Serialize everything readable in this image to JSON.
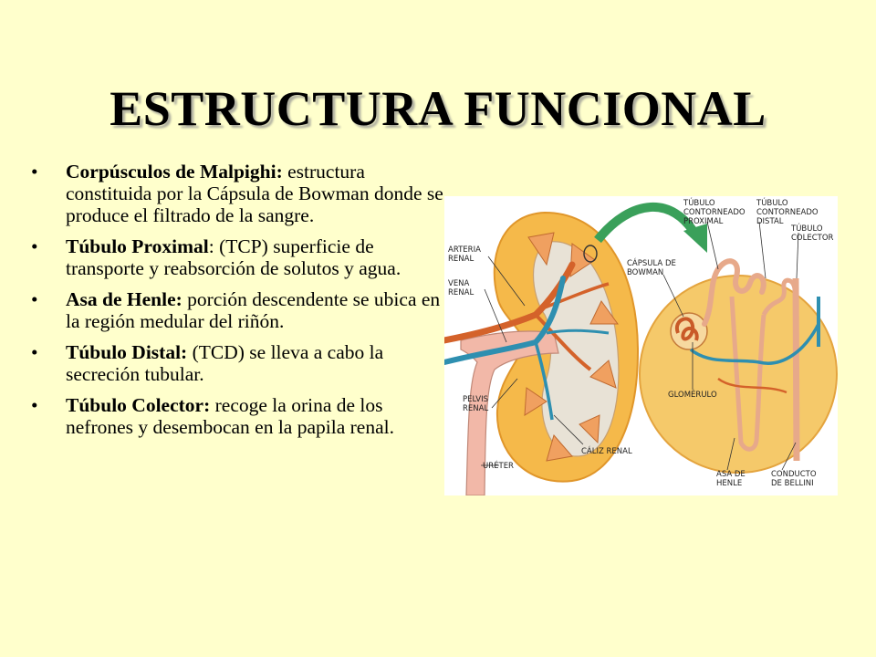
{
  "title": "ESTRUCTURA FUNCIONAL",
  "bullets": [
    {
      "term": "Corpúsculos de Malpighi:",
      "text": " estructura constituida por la Cápsula de Bowman donde se produce el filtrado de la sangre."
    },
    {
      "term": "Túbulo Proximal",
      "text": ": (TCP) superficie de transporte y reabsorción de solutos y agua."
    },
    {
      "term": "Asa de Henle:",
      "text": " porción descendente se ubica en la región medular del riñón."
    },
    {
      "term": "Túbulo Distal:",
      "text": " (TCD) se lleva a cabo la secreción tubular."
    },
    {
      "term": "Túbulo Colector:",
      "text": " recoge la orina de los nefrones y desembocan en la papila renal."
    }
  ],
  "bullet_symbol": "•",
  "figure": {
    "labels": {
      "arteria_1": "ARTERIA",
      "arteria_2": "RENAL",
      "vena_1": "VENA",
      "vena_2": "RENAL",
      "pelvis_1": "PELVIS",
      "pelvis_2": "RENAL",
      "ureter": "URÉTER",
      "caliz": "CÁLIZ RENAL",
      "tcp_1": "TÚBULO",
      "tcp_2": "CONTORNEADO",
      "tcp_3": "PROXIMAL",
      "tcd_1": "TÚBULO",
      "tcd_2": "CONTORNEADO",
      "tcd_3": "DISTAL",
      "col_1": "TÚBULO",
      "col_2": "COLECTOR",
      "capsula_1": "CÁPSULA DE",
      "capsula_2": "BOWMAN",
      "glomerulo": "GLOMÉRULO",
      "asa_1": "ASA DE",
      "asa_2": "HENLE",
      "bellini_1": "CONDUCTO",
      "bellini_2": "DE BELLINI"
    }
  },
  "colors": {
    "background": "#ffffcc",
    "kidney_cortex": "#f5b94a",
    "artery": "#d4622a",
    "vein": "#2e8fb0",
    "pelvis": "#f2b8a8",
    "arrow": "#3aa05a"
  }
}
